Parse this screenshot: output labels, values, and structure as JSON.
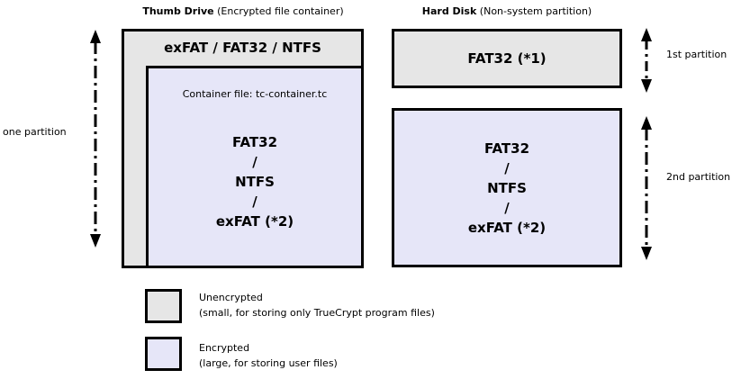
{
  "colors": {
    "unencrypted_fill": "#e6e6e6",
    "encrypted_fill": "#e6e6f8",
    "border": "#000000"
  },
  "titles": {
    "thumb_drive": {
      "bold": "Thumb Drive",
      "rest": " (Encrypted file container)"
    },
    "hard_disk": {
      "bold": "Hard Disk",
      "rest": " (Non-system partition)"
    }
  },
  "thumb_drive": {
    "outer_filesystem_label": "exFAT / FAT32 / NTFS",
    "container_file_label": "Container file: tc-container.tc",
    "filesystems": [
      "FAT32",
      "/",
      "NTFS",
      "/",
      "exFAT (*2)"
    ]
  },
  "hard_disk": {
    "partition1_label": "FAT32 (*1)",
    "partition2_filesystems": [
      "FAT32",
      "/",
      "NTFS",
      "/",
      "exFAT (*2)"
    ]
  },
  "annotations": {
    "one_partition": "one partition",
    "first_partition": "1st partition",
    "second_partition": "2nd partition"
  },
  "legend": [
    {
      "title": "Unencrypted",
      "subtitle": "(small, for storing only TrueCrypt program files)",
      "swatch": "unencrypted"
    },
    {
      "title": "Encrypted",
      "subtitle": "(large, for storing user files)",
      "swatch": "encrypted"
    }
  ]
}
